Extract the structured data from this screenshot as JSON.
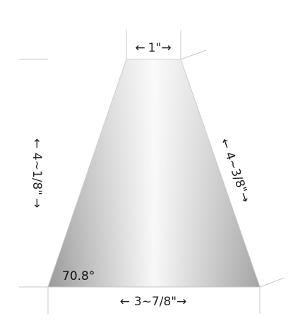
{
  "dimensions": {
    "top_width": "1\"",
    "bottom_width": "3~7/8\"",
    "left_height": "4~1/8\"",
    "right_slant": "4~3/8\""
  },
  "angle": {
    "label": "70.8°"
  },
  "arrows": {
    "left": "←",
    "right": "→"
  },
  "colors": {
    "shape_edge": "#9e9e9e",
    "shape_center": "#f7f7f7",
    "guide_line": "#c8c8c8",
    "text": "#222222"
  }
}
